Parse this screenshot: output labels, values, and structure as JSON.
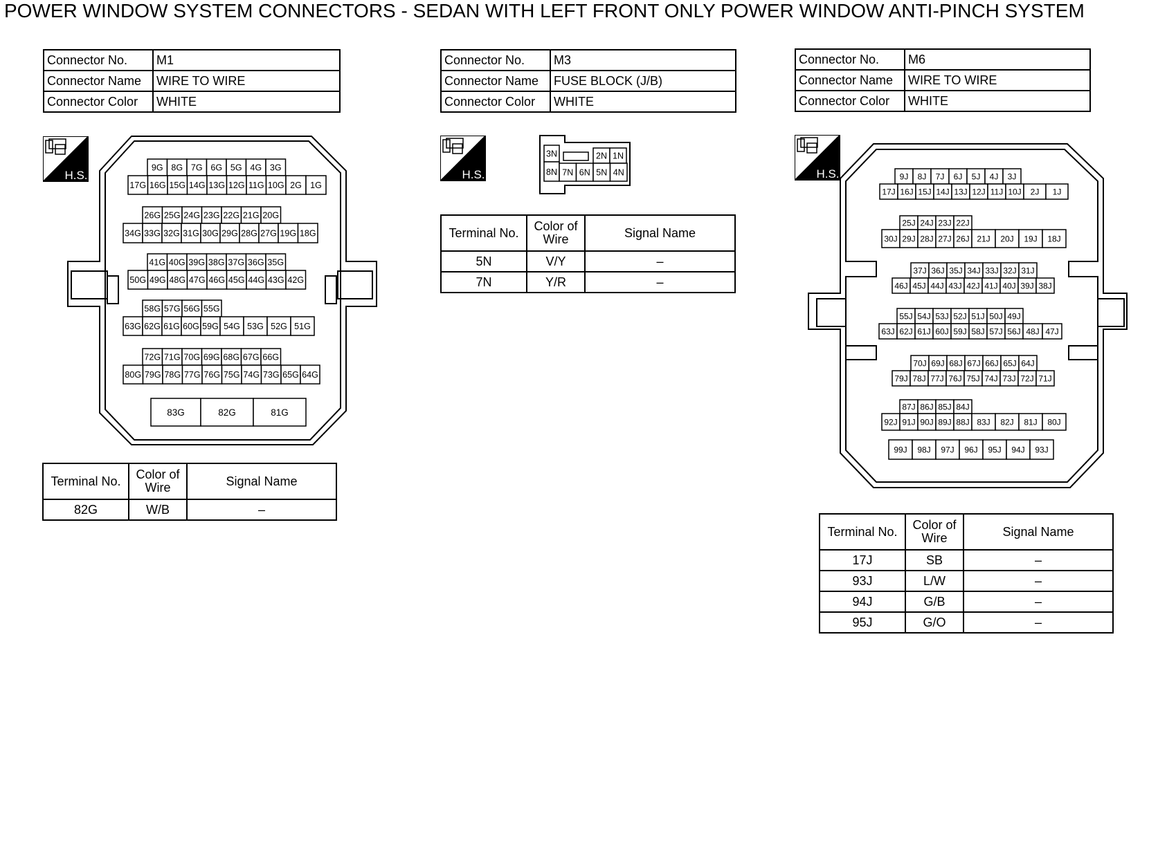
{
  "title": "POWER WINDOW SYSTEM CONNECTORS - SEDAN WITH LEFT FRONT ONLY POWER WINDOW ANTI-PINCH SYSTEM",
  "hs_label": "H.S.",
  "labels": {
    "connector_no": "Connector No.",
    "connector_name": "Connector Name",
    "connector_color": "Connector Color",
    "terminal_no": "Terminal No.",
    "color_of_wire": "Color of Wire",
    "signal_name": "Signal Name"
  },
  "connectors": [
    {
      "no": "M1",
      "name": "WIRE TO WIRE",
      "color": "WHITE",
      "terminals": [
        {
          "no": "82G",
          "wire": "W/B",
          "signal": "–"
        }
      ],
      "pins": {
        "r1": [
          "9G",
          "8G",
          "7G",
          "6G",
          "5G",
          "4G",
          "3G"
        ],
        "r2": [
          "17G",
          "16G",
          "15G",
          "14G",
          "13G",
          "12G",
          "11G",
          "10G",
          "2G",
          "1G"
        ],
        "r3": [
          "26G",
          "25G",
          "24G",
          "23G",
          "22G",
          "21G",
          "20G"
        ],
        "r4": [
          "34G",
          "33G",
          "32G",
          "31G",
          "30G",
          "29G",
          "28G",
          "27G",
          "19G",
          "18G"
        ],
        "r5": [
          "41G",
          "40G",
          "39G",
          "38G",
          "37G",
          "36G",
          "35G"
        ],
        "r6": [
          "50G",
          "49G",
          "48G",
          "47G",
          "46G",
          "45G",
          "44G",
          "43G",
          "42G"
        ],
        "r7": [
          "58G",
          "57G",
          "56G",
          "55G"
        ],
        "r8": [
          "63G",
          "62G",
          "61G",
          "60G",
          "59G",
          "54G",
          "53G",
          "52G",
          "51G"
        ],
        "r9": [
          "72G",
          "71G",
          "70G",
          "69G",
          "68G",
          "67G",
          "66G"
        ],
        "r10": [
          "80G",
          "79G",
          "78G",
          "77G",
          "76G",
          "75G",
          "74G",
          "73G",
          "65G",
          "64G"
        ],
        "r11": [
          "83G",
          "82G",
          "81G"
        ]
      }
    },
    {
      "no": "M3",
      "name": "FUSE BLOCK (J/B)",
      "color": "WHITE",
      "terminals": [
        {
          "no": "5N",
          "wire": "V/Y",
          "signal": "–"
        },
        {
          "no": "7N",
          "wire": "Y/R",
          "signal": "–"
        }
      ],
      "pins": {
        "left": [
          "3N",
          "8N"
        ],
        "top": [
          "2N",
          "1N"
        ],
        "bottom": [
          "7N",
          "6N",
          "5N",
          "4N"
        ]
      }
    },
    {
      "no": "M6",
      "name": "WIRE TO WIRE",
      "color": "WHITE",
      "terminals": [
        {
          "no": "17J",
          "wire": "SB",
          "signal": "–"
        },
        {
          "no": "93J",
          "wire": "L/W",
          "signal": "–"
        },
        {
          "no": "94J",
          "wire": "G/B",
          "signal": "–"
        },
        {
          "no": "95J",
          "wire": "G/O",
          "signal": "–"
        }
      ],
      "pins": {
        "r1": [
          "9J",
          "8J",
          "7J",
          "6J",
          "5J",
          "4J",
          "3J"
        ],
        "r2": [
          "17J",
          "16J",
          "15J",
          "14J",
          "13J",
          "12J",
          "11J",
          "10J",
          "2J",
          "1J"
        ],
        "r3": [
          "25J",
          "24J",
          "23J",
          "22J"
        ],
        "r4": [
          "30J",
          "29J",
          "28J",
          "27J",
          "26J",
          "21J",
          "20J",
          "19J",
          "18J"
        ],
        "r5": [
          "37J",
          "36J",
          "35J",
          "34J",
          "33J",
          "32J",
          "31J"
        ],
        "r6": [
          "46J",
          "45J",
          "44J",
          "43J",
          "42J",
          "41J",
          "40J",
          "39J",
          "38J"
        ],
        "r7": [
          "55J",
          "54J",
          "53J",
          "52J",
          "51J",
          "50J",
          "49J"
        ],
        "r8": [
          "63J",
          "62J",
          "61J",
          "60J",
          "59J",
          "58J",
          "57J",
          "56J",
          "48J",
          "47J"
        ],
        "r9": [
          "70J",
          "69J",
          "68J",
          "67J",
          "66J",
          "65J",
          "64J"
        ],
        "r10": [
          "79J",
          "78J",
          "77J",
          "76J",
          "75J",
          "74J",
          "73J",
          "72J",
          "71J"
        ],
        "r11": [
          "87J",
          "86J",
          "85J",
          "84J"
        ],
        "r12": [
          "92J",
          "91J",
          "90J",
          "89J",
          "88J",
          "83J",
          "82J",
          "81J",
          "80J"
        ],
        "r13": [
          "99J",
          "98J",
          "97J",
          "96J",
          "95J",
          "94J",
          "93J"
        ]
      }
    }
  ]
}
